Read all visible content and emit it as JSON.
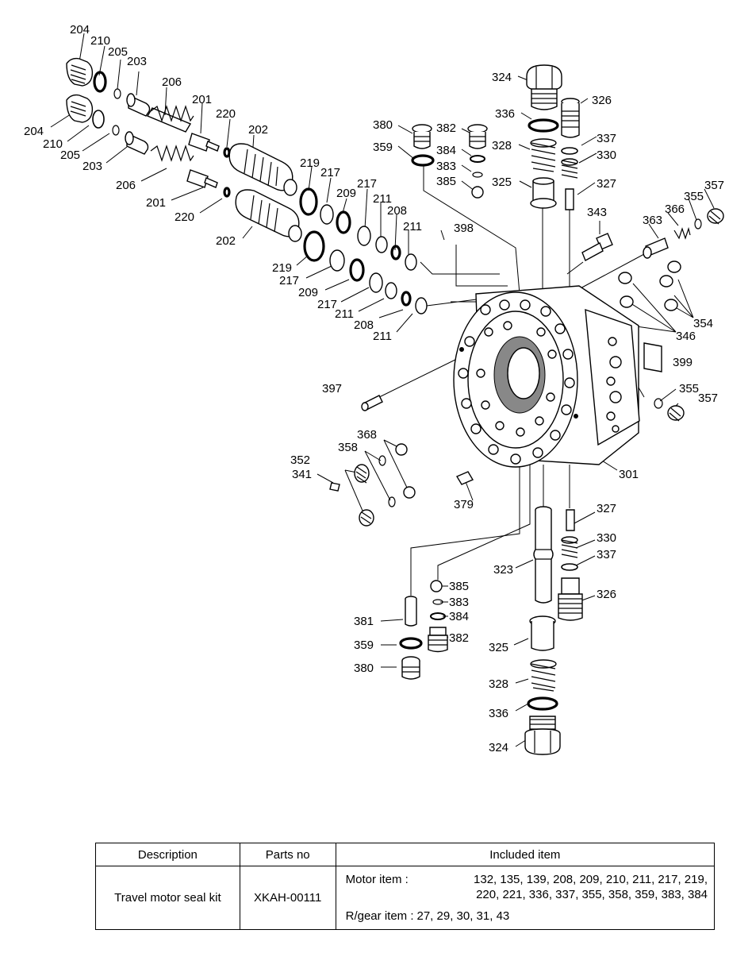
{
  "diagram": {
    "labels": {
      "l204a": "204",
      "l210a": "210",
      "l205a": "205",
      "l203a": "203",
      "l206a": "206",
      "l201a": "201",
      "l220a": "220",
      "l202a": "202",
      "l219a": "219",
      "l217a": "217",
      "l209a": "209",
      "l217b": "217",
      "l211a": "211",
      "l208a": "208",
      "l211b": "211",
      "l204b": "204",
      "l210b": "210",
      "l205b": "205",
      "l203b": "203",
      "l206b": "206",
      "l201b": "201",
      "l220b": "220",
      "l202b": "202",
      "l219b": "219",
      "l217c": "217",
      "l209b": "209",
      "l217d": "217",
      "l211c": "211",
      "l208b": "208",
      "l211d": "211",
      "l324a": "324",
      "l326a": "326",
      "l336a": "336",
      "l337a": "337",
      "l330a": "330",
      "l380a": "380",
      "l382a": "382",
      "l328a": "328",
      "l359a": "359",
      "l384a": "384",
      "l383a": "383",
      "l385a": "385",
      "l325a": "325",
      "l327a": "327",
      "l357a": "357",
      "l355a": "355",
      "l366": "366",
      "l363": "363",
      "l343": "343",
      "l398": "398",
      "l354": "354",
      "l346": "346",
      "l399": "399",
      "l355b": "355",
      "l357b": "357",
      "l397": "397",
      "l368": "368",
      "l358": "358",
      "l352": "352",
      "l341": "341",
      "l379": "379",
      "l301": "301",
      "l327b": "327",
      "l330b": "330",
      "l337b": "337",
      "l326b": "326",
      "l323": "323",
      "l385b": "385",
      "l383b": "383",
      "l384b": "384",
      "l382b": "382",
      "l381": "381",
      "l359b": "359",
      "l325b": "325",
      "l380b": "380",
      "l328b": "328",
      "l336b": "336",
      "l324b": "324"
    }
  },
  "table": {
    "headers": {
      "description": "Description",
      "parts_no": "Parts no",
      "included": "Included item"
    },
    "row": {
      "description": "Travel motor seal kit",
      "parts_no": "XKAH-00111",
      "motor_caption": "Motor item :",
      "motor_line1": "132, 135, 139, 208, 209, 210, 211, 217, 219,",
      "motor_line2": "220, 221, 336, 337, 355, 358, 359, 383, 384",
      "rgear_caption": "R/gear item :",
      "rgear_values": "27, 29, 30, 31, 43"
    }
  }
}
